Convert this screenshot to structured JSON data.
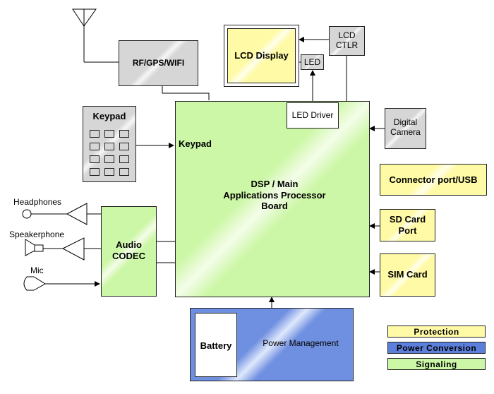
{
  "blocks": {
    "rf": "RF/GPS/WIFI",
    "keypad_title": "Keypad",
    "keypad_port": "Keypad",
    "lcd_display": "LCD Display",
    "lcd_ctlr": "LCD\nCTLR",
    "led": "LED",
    "led_driver": "LED Driver",
    "camera": "Digital\nCamera",
    "main_board": "DSP / Main\nApplications Processor\nBoard",
    "connector": "Connector port/USB",
    "sd_card": "SD Card\nPort",
    "sim_card": "SIM Card",
    "audio_codec": "Audio\nCODEC",
    "headphones": "Headphones",
    "speakerphone": "Speakerphone",
    "mic": "Mic",
    "battery": "Battery",
    "power_mgmt": "Power Management"
  },
  "legend": [
    {
      "label": "Protection",
      "color": "#fffaa5"
    },
    {
      "label": "Power Conversion",
      "color": "#5d7fdc"
    },
    {
      "label": "Signaling",
      "color": "#ccf7a6"
    }
  ]
}
